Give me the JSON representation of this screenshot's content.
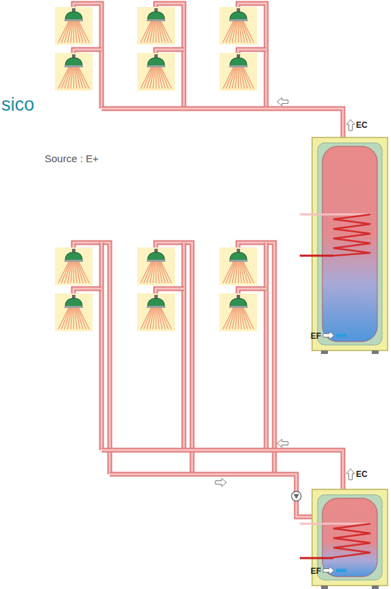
{
  "diagram": {
    "title": "sico",
    "labels": [
      "Source : E+",
      "EC",
      "EF",
      "EC",
      "EF"
    ]
  }
}
